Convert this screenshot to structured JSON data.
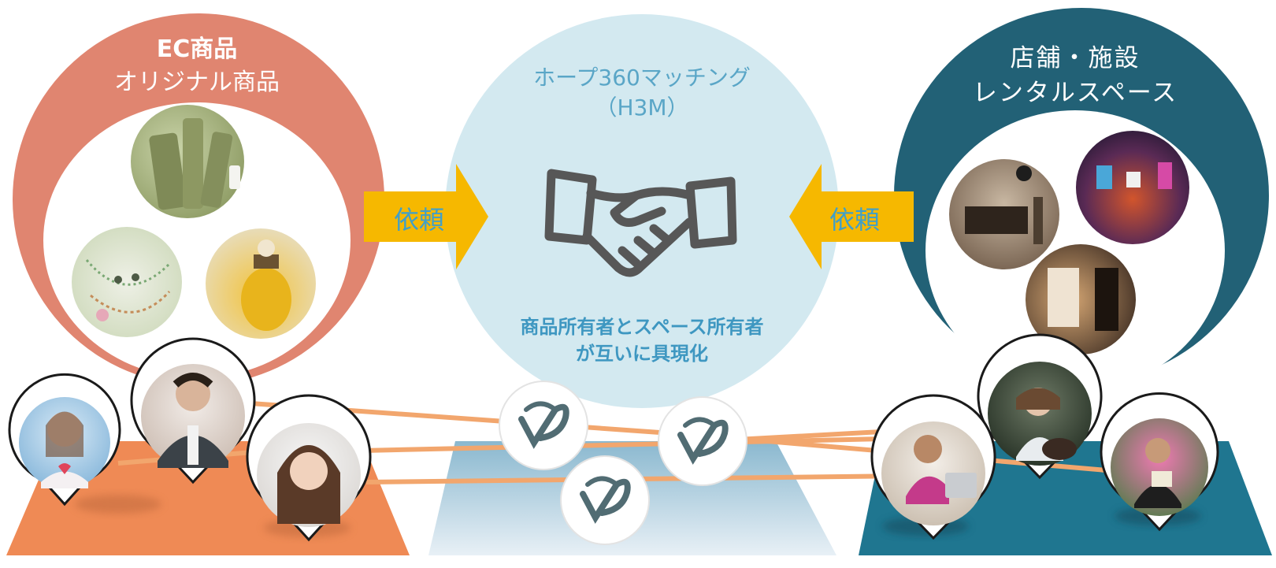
{
  "ec": {
    "title_line1": "EC商品",
    "title_line2": "オリジナル商品"
  },
  "hub": {
    "title_line1": "ホープ360マッチング",
    "title_line2": "（H3M）",
    "desc_line1": "商品所有者とスペース所有者",
    "desc_line2": "が互いに具現化"
  },
  "shop": {
    "title_line1": "店舗・施設",
    "title_line2": "レンタルスペース"
  },
  "arrows": {
    "left_label": "依頼",
    "right_label": "依頼"
  },
  "colors": {
    "ec_circle": "#e08570",
    "ec_platform": "#ef8a55",
    "hub_circle": "#d3e9f0",
    "hub_platform": "#9cc4d8",
    "shop_circle": "#226176",
    "shop_platform": "#1f7690",
    "arrow": "#f6b800",
    "connector": "#f2a66d"
  },
  "icons": {
    "ec_photos": [
      "cosmetic-bottles-photo",
      "necklace-jewelry-photo",
      "perfume-bottle-photo"
    ],
    "shop_photos": [
      "clothing-boutique-photo",
      "game-arcade-photo",
      "lounge-entrance-photo"
    ],
    "center": "handshake-icon",
    "hope_logos": 3,
    "people": [
      "woman-heart-avatar",
      "man-jacket-avatar",
      "woman-smiling-avatar",
      "woman-guitar-avatar",
      "man-laptop-avatar",
      "woman-clipboard-avatar"
    ]
  }
}
